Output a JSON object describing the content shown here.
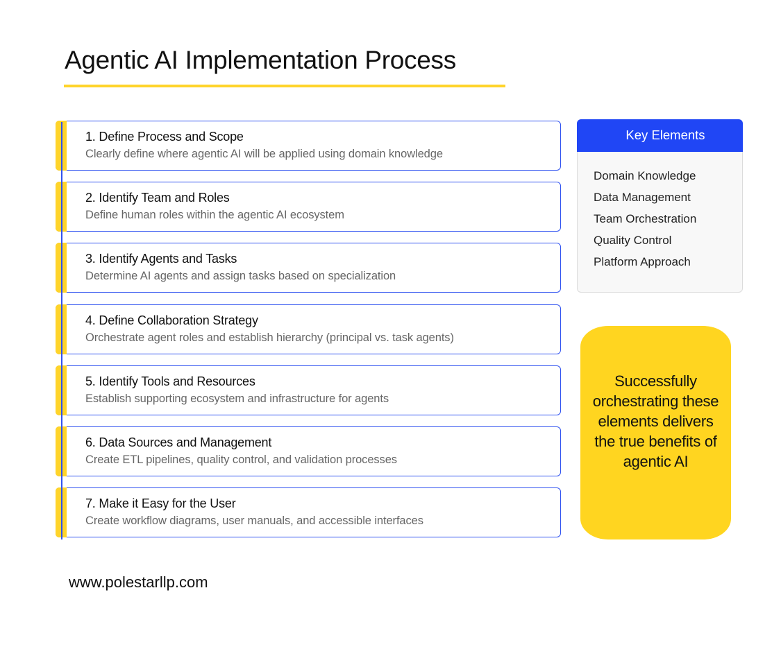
{
  "title": "Agentic AI Implementation Process",
  "colors": {
    "accent_blue": "#2F52F0",
    "header_blue": "#2046F5",
    "accent_yellow": "#FFD42A",
    "panel_bg": "#F8F8F8"
  },
  "steps": [
    {
      "title": "1. Define Process and Scope",
      "description": "Clearly define where agentic AI will be applied using domain knowledge"
    },
    {
      "title": "2. Identify Team and Roles",
      "description": "Define human roles within the agentic AI ecosystem"
    },
    {
      "title": "3. Identify Agents and Tasks",
      "description": "Determine AI agents and assign tasks based on specialization"
    },
    {
      "title": "4. Define Collaboration Strategy",
      "description": "Orchestrate agent roles and establish hierarchy (principal vs. task agents)"
    },
    {
      "title": "5. Identify Tools and Resources",
      "description": "Establish supporting ecosystem and infrastructure for agents"
    },
    {
      "title": "6. Data Sources and Management",
      "description": "Create ETL pipelines, quality control, and validation processes"
    },
    {
      "title": "7. Make it Easy for the User",
      "description": "Create workflow diagrams, user manuals, and accessible interfaces"
    }
  ],
  "key_elements": {
    "header": "Key Elements",
    "items": [
      "Domain Knowledge",
      "Data Management",
      "Team Orchestration",
      "Quality Control",
      "Platform Approach"
    ]
  },
  "callout": "Successfully orchestrating these elements delivers the true benefits of agentic AI",
  "footer": "www.polestarllp.com"
}
